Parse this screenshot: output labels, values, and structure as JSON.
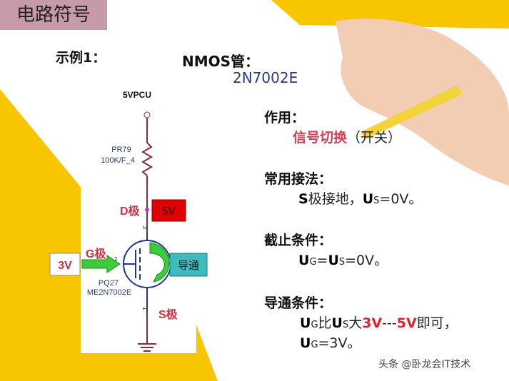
{
  "title": "电路符号",
  "example_label": "示例1：",
  "device": {
    "heading": "NMOS管：",
    "part": "2N7002E"
  },
  "circuit": {
    "supply": "5VPCU",
    "resistor_name": "PR79",
    "resistor_value": "100K/F_4",
    "d_label": "D极",
    "d_voltage": "5V",
    "pin3": "3",
    "pin1": "1",
    "pin2": "2",
    "g_label": "G极",
    "g_input": "3V",
    "transistor_name": "PQ27",
    "transistor_part": "ME2N7002E",
    "state": "导通",
    "s_label": "S极"
  },
  "notes": {
    "function_heading": "作用：",
    "function_red": "信号切换",
    "function_rest": "（开关）",
    "usage_heading": "常用接法：",
    "usage_s": "S",
    "usage_text": "极接地，",
    "usage_u": "U",
    "usage_sub": "S",
    "usage_val": "=0V。",
    "cutoff_heading": "截止条件：",
    "cutoff_u1": "U",
    "cutoff_g": "G",
    "cutoff_eq": "=",
    "cutoff_u2": "U",
    "cutoff_s": "S",
    "cutoff_val": "=0V。",
    "on_heading": "导通条件：",
    "on_u1": "U",
    "on_g": "G",
    "on_bi": "比",
    "on_u2": "U",
    "on_s": "S",
    "on_da": "大",
    "on_3v": "3V",
    "on_dash": "---",
    "on_5v": "5V",
    "on_rest": "即可，",
    "on2_u": "U",
    "on2_g": "G",
    "on2_val": "=3V。"
  },
  "watermark": "头条 @卧龙会IT技术",
  "colors": {
    "yellow": "#f7c600",
    "title_bg": "#c79aa9",
    "red": "#e0202a",
    "teal": "#3cbcbc",
    "green": "#3ccc3c"
  }
}
